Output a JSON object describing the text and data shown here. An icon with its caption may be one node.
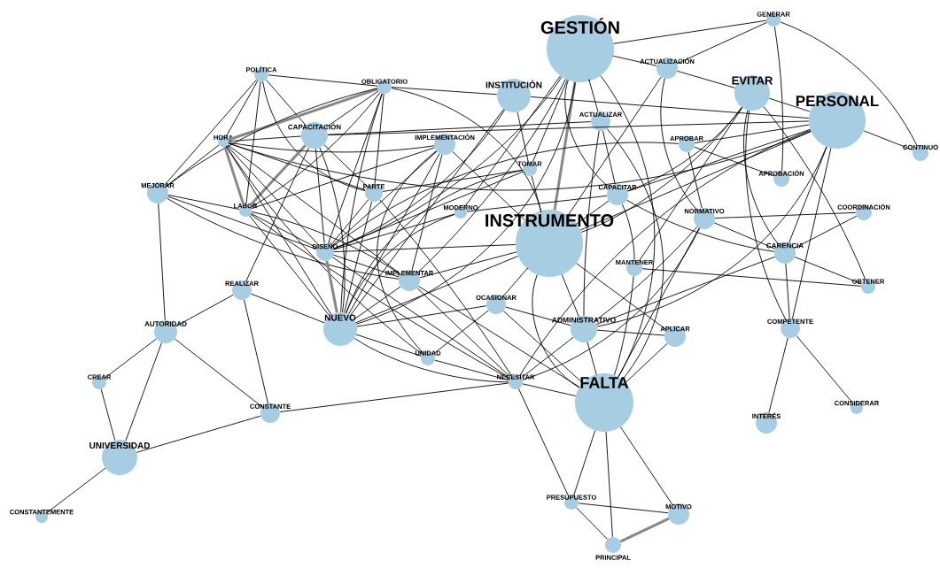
{
  "diagram": {
    "nodes": [
      {
        "text": [
          "GESTIÓN"
        ]
      },
      {
        "text": [
          "GENERAR"
        ]
      },
      {
        "text": [
          "ACTUALIZACIÓN"
        ]
      },
      {
        "text": [
          "EVITAR"
        ]
      },
      {
        "text": [
          "PERSONAL"
        ]
      },
      {
        "text": [
          "INSTITUCIÓN"
        ]
      },
      {
        "text": [
          "POLÍTICA"
        ]
      },
      {
        "text": [
          "OBLIGATORIO"
        ]
      },
      {
        "text": [
          "ACTUALIZAR"
        ]
      },
      {
        "text": [
          "CAPACITACIÓN"
        ]
      },
      {
        "text": [
          "IMPLEMENTACIÓN"
        ]
      },
      {
        "text": [
          "HORA"
        ]
      },
      {
        "text": [
          "APROBAR"
        ]
      },
      {
        "text": [
          "CONTINUO"
        ]
      },
      {
        "text": [
          "TOMAR"
        ]
      },
      {
        "text": [
          "APROBACIÓN"
        ]
      },
      {
        "text": [
          "MEJORAR"
        ]
      },
      {
        "text": [
          "PARTE"
        ]
      },
      {
        "text": [
          "CAPACITAR"
        ]
      },
      {
        "text": [
          "LABOR"
        ]
      },
      {
        "text": [
          "MODERNO"
        ]
      },
      {
        "text": [
          "COORDINACIÓN"
        ]
      },
      {
        "text": [
          "INSTRUMENTO"
        ]
      },
      {
        "text": [
          "NORMATIVO"
        ]
      },
      {
        "text": [
          "DISEÑO"
        ]
      },
      {
        "text": [
          "CARENCIA"
        ]
      },
      {
        "text": [
          "MANTENER"
        ]
      },
      {
        "text": [
          "IMPLEMENTAR"
        ]
      },
      {
        "text": [
          "OBTENER"
        ]
      },
      {
        "text": [
          "REALIZAR"
        ]
      },
      {
        "text": [
          "OCASIONAR"
        ]
      },
      {
        "text": [
          "NUEVO"
        ]
      },
      {
        "text": [
          "ADMINISTRATIVO"
        ]
      },
      {
        "text": [
          "APLICAR"
        ]
      },
      {
        "text": [
          "COMPETENTE"
        ]
      },
      {
        "text": [
          "AUTORIDAD"
        ]
      },
      {
        "text": [
          "UNIDAD"
        ]
      },
      {
        "text": [
          "CREAR"
        ]
      },
      {
        "text": [
          "NECESITAR"
        ]
      },
      {
        "text": [
          "FALTA"
        ]
      },
      {
        "text": [
          "CONSTANTE"
        ]
      },
      {
        "text": [
          "INTERÉS"
        ]
      },
      {
        "text": [
          "CONSIDERAR"
        ]
      },
      {
        "text": [
          "UNIVERSIDAD"
        ]
      },
      {
        "text": [
          "PRESUPUESTO"
        ]
      },
      {
        "text": [
          "MOTIVO"
        ]
      },
      {
        "text": [
          "PRINCIPAL"
        ]
      },
      {
        "text": [
          "CONSTANTEMENTE"
        ]
      }
    ],
    "edges": [
      {
        "from": 0,
        "to": 1,
        "arrow": "none"
      },
      {
        "from": 0,
        "to": 2,
        "arrow": "none"
      },
      {
        "from": 0,
        "to": 22,
        "arrow": "none",
        "style": "thick",
        "color": "#888888"
      },
      {
        "from": 0,
        "to": 24,
        "arrow": "none"
      },
      {
        "from": 0,
        "to": 31,
        "arrow": "none"
      },
      {
        "from": 0,
        "to": 27,
        "arrow": "none"
      },
      {
        "from": 0,
        "to": 20,
        "arrow": "none"
      },
      {
        "from": 0,
        "to": 39,
        "arrow": "none"
      },
      {
        "from": 0,
        "to": 8,
        "arrow": "none"
      },
      {
        "from": 0,
        "to": 18,
        "arrow": "none"
      },
      {
        "from": 0,
        "to": 14,
        "arrow": "none"
      },
      {
        "from": 1,
        "to": 2,
        "arrow": "none"
      },
      {
        "from": 1,
        "to": 15,
        "arrow": "none"
      },
      {
        "from": 1,
        "to": 13,
        "arrow": "none"
      },
      {
        "from": 2,
        "to": 3,
        "arrow": "none"
      },
      {
        "from": 2,
        "to": 23,
        "arrow": "none"
      },
      {
        "from": 2,
        "to": 22,
        "arrow": "none"
      },
      {
        "from": 3,
        "to": 4,
        "arrow": "none"
      },
      {
        "from": 3,
        "to": 25,
        "arrow": "none"
      },
      {
        "from": 3,
        "to": 34,
        "arrow": "none"
      },
      {
        "from": 3,
        "to": 28,
        "arrow": "none"
      },
      {
        "from": 3,
        "to": 18,
        "arrow": "none"
      },
      {
        "from": 3,
        "to": 22,
        "arrow": "none"
      },
      {
        "from": 3,
        "to": 26,
        "arrow": "none"
      },
      {
        "from": 4,
        "to": 13,
        "arrow": "none"
      },
      {
        "from": 4,
        "to": 9,
        "arrow": "none"
      },
      {
        "from": 4,
        "to": 5,
        "arrow": "none"
      },
      {
        "from": 4,
        "to": 11,
        "arrow": "none"
      },
      {
        "from": 4,
        "to": 25,
        "arrow": "none"
      },
      {
        "from": 4,
        "to": 34,
        "arrow": "none"
      },
      {
        "from": 4,
        "to": 32,
        "arrow": "none"
      },
      {
        "from": 4,
        "to": 38,
        "arrow": "none"
      },
      {
        "from": 4,
        "to": 18,
        "arrow": "none"
      },
      {
        "from": 4,
        "to": 12,
        "arrow": "none"
      },
      {
        "from": 4,
        "to": 22,
        "arrow": "none"
      },
      {
        "from": 5,
        "to": 7,
        "arrow": "none"
      },
      {
        "from": 5,
        "to": 31,
        "arrow": "none"
      },
      {
        "from": 5,
        "to": 24,
        "arrow": "none"
      },
      {
        "from": 5,
        "to": 14,
        "arrow": "none"
      },
      {
        "from": 6,
        "to": 7,
        "arrow": "none"
      },
      {
        "from": 6,
        "to": 16,
        "arrow": "none"
      },
      {
        "from": 6,
        "to": 11,
        "arrow": "none"
      },
      {
        "from": 6,
        "to": 19,
        "arrow": "none"
      },
      {
        "from": 6,
        "to": 17,
        "arrow": "none"
      },
      {
        "from": 6,
        "to": 9,
        "arrow": "none"
      },
      {
        "from": 7,
        "to": 11,
        "arrow": "none",
        "style": "thick",
        "color": "#888888"
      },
      {
        "from": 7,
        "to": 19,
        "arrow": "none"
      },
      {
        "from": 7,
        "to": 16,
        "arrow": "none"
      },
      {
        "from": 7,
        "to": 9,
        "arrow": "none"
      },
      {
        "from": 7,
        "to": 17,
        "arrow": "none"
      },
      {
        "from": 7,
        "to": 24,
        "arrow": "none"
      },
      {
        "from": 7,
        "to": 31,
        "arrow": "none"
      },
      {
        "from": 7,
        "to": 22,
        "arrow": "none"
      },
      {
        "from": 8,
        "to": 18,
        "arrow": "none"
      },
      {
        "from": 8,
        "to": 32,
        "arrow": "none"
      },
      {
        "from": 8,
        "to": 39,
        "arrow": "none"
      },
      {
        "from": 8,
        "to": 9,
        "arrow": "none"
      },
      {
        "from": 9,
        "to": 17,
        "arrow": "none"
      },
      {
        "from": 9,
        "to": 31,
        "arrow": "none"
      },
      {
        "from": 9,
        "to": 24,
        "arrow": "none"
      },
      {
        "from": 9,
        "to": 11,
        "arrow": "none"
      },
      {
        "from": 9,
        "to": 19,
        "arrow": "none",
        "style": "thick",
        "color": "#888888"
      },
      {
        "from": 10,
        "to": 11,
        "arrow": "none"
      },
      {
        "from": 10,
        "to": 19,
        "arrow": "none"
      },
      {
        "from": 10,
        "to": 24,
        "arrow": "none"
      },
      {
        "from": 10,
        "to": 27,
        "arrow": "none"
      },
      {
        "from": 10,
        "to": 22,
        "arrow": "none"
      },
      {
        "from": 10,
        "to": 31,
        "arrow": "none"
      },
      {
        "from": 10,
        "to": 36,
        "arrow": "none"
      },
      {
        "from": 11,
        "to": 19,
        "arrow": "none",
        "style": "thick",
        "color": "#888888"
      },
      {
        "from": 11,
        "to": 17,
        "arrow": "none"
      },
      {
        "from": 11,
        "to": 24,
        "arrow": "none"
      },
      {
        "from": 11,
        "to": 27,
        "arrow": "none"
      },
      {
        "from": 11,
        "to": 31,
        "arrow": "none"
      },
      {
        "from": 11,
        "to": 36,
        "arrow": "none"
      },
      {
        "from": 11,
        "to": 16,
        "arrow": "none"
      },
      {
        "from": 12,
        "to": 15,
        "arrow": "none"
      },
      {
        "from": 12,
        "to": 23,
        "arrow": "none"
      },
      {
        "from": 12,
        "to": 24,
        "arrow": "none"
      },
      {
        "from": 14,
        "to": 24,
        "arrow": "none"
      },
      {
        "from": 14,
        "to": 17,
        "arrow": "none"
      },
      {
        "from": 14,
        "to": 22,
        "arrow": "none"
      },
      {
        "from": 14,
        "to": 31,
        "arrow": "none"
      },
      {
        "from": 16,
        "to": 35,
        "arrow": "none"
      },
      {
        "from": 16,
        "to": 24,
        "arrow": "none"
      },
      {
        "from": 16,
        "to": 27,
        "arrow": "none"
      },
      {
        "from": 16,
        "to": 19,
        "arrow": "none"
      },
      {
        "from": 17,
        "to": 31,
        "arrow": "none"
      },
      {
        "from": 17,
        "to": 24,
        "arrow": "none"
      },
      {
        "from": 17,
        "to": 38,
        "arrow": "none"
      },
      {
        "from": 18,
        "to": 22,
        "arrow": "none"
      },
      {
        "from": 18,
        "to": 25,
        "arrow": "none"
      },
      {
        "from": 18,
        "to": 26,
        "arrow": "none"
      },
      {
        "from": 18,
        "to": 20,
        "arrow": "none"
      },
      {
        "from": 19,
        "to": 24,
        "arrow": "none"
      },
      {
        "from": 19,
        "to": 27,
        "arrow": "none"
      },
      {
        "from": 19,
        "to": 31,
        "arrow": "none"
      },
      {
        "from": 19,
        "to": 38,
        "arrow": "none"
      },
      {
        "from": 29,
        "to": 9,
        "arrow": "none"
      },
      {
        "from": 20,
        "to": 24,
        "arrow": "none"
      },
      {
        "from": 20,
        "to": 31,
        "arrow": "none"
      },
      {
        "from": 21,
        "to": 23,
        "arrow": "none"
      },
      {
        "from": 21,
        "to": 25,
        "arrow": "none"
      },
      {
        "from": 22,
        "to": 24,
        "arrow": "none"
      },
      {
        "from": 22,
        "to": 27,
        "arrow": "none"
      },
      {
        "from": 22,
        "to": 31,
        "arrow": "none"
      },
      {
        "from": 22,
        "to": 33,
        "arrow": "none"
      },
      {
        "from": 22,
        "to": 39,
        "arrow": "none"
      },
      {
        "from": 22,
        "to": 32,
        "arrow": "none"
      },
      {
        "from": 23,
        "to": 25,
        "arrow": "none"
      },
      {
        "from": 23,
        "to": 38,
        "arrow": "none"
      },
      {
        "from": 23,
        "to": 32,
        "arrow": "none"
      },
      {
        "from": 23,
        "to": 39,
        "arrow": "none"
      },
      {
        "from": 24,
        "to": 31,
        "arrow": "none",
        "style": "thick",
        "color": "#888888"
      },
      {
        "from": 24,
        "to": 27,
        "arrow": "none"
      },
      {
        "from": 24,
        "to": 38,
        "arrow": "none"
      },
      {
        "from": 25,
        "to": 28,
        "arrow": "none"
      },
      {
        "from": 25,
        "to": 34,
        "arrow": "none"
      },
      {
        "from": 25,
        "to": 32,
        "arrow": "none"
      },
      {
        "from": 26,
        "to": 28,
        "arrow": "none"
      },
      {
        "from": 26,
        "to": 39,
        "arrow": "none"
      },
      {
        "from": 27,
        "to": 38,
        "arrow": "none"
      },
      {
        "from": 27,
        "to": 31,
        "arrow": "none"
      },
      {
        "from": 27,
        "to": 39,
        "arrow": "none"
      },
      {
        "from": 29,
        "to": 35,
        "arrow": "none"
      },
      {
        "from": 29,
        "to": 40,
        "arrow": "none"
      },
      {
        "from": 29,
        "to": 31,
        "arrow": "none"
      },
      {
        "from": 30,
        "to": 31,
        "arrow": "none"
      },
      {
        "from": 30,
        "to": 36,
        "arrow": "none"
      },
      {
        "from": 30,
        "to": 39,
        "arrow": "none"
      },
      {
        "from": 30,
        "to": 32,
        "arrow": "none"
      },
      {
        "from": 30,
        "to": 22,
        "arrow": "none"
      },
      {
        "from": 31,
        "to": 36,
        "arrow": "none"
      },
      {
        "from": 31,
        "to": 38,
        "arrow": "none"
      },
      {
        "from": 32,
        "to": 39,
        "arrow": "none"
      },
      {
        "from": 32,
        "to": 33,
        "arrow": "none"
      },
      {
        "from": 32,
        "to": 38,
        "arrow": "none"
      },
      {
        "from": 33,
        "to": 39,
        "arrow": "none"
      },
      {
        "from": 34,
        "to": 41,
        "arrow": "none"
      },
      {
        "from": 34,
        "to": 42,
        "arrow": "none"
      },
      {
        "from": 35,
        "to": 37,
        "arrow": "none"
      },
      {
        "from": 35,
        "to": 43,
        "arrow": "none"
      },
      {
        "from": 35,
        "to": 40,
        "arrow": "none"
      },
      {
        "from": 37,
        "to": 43,
        "arrow": "none"
      },
      {
        "from": 38,
        "to": 39,
        "arrow": "none"
      },
      {
        "from": 38,
        "to": 44,
        "arrow": "none"
      },
      {
        "from": 38,
        "to": 40,
        "arrow": "none"
      },
      {
        "from": 38,
        "to": 36,
        "arrow": "none"
      },
      {
        "from": 39,
        "to": 44,
        "arrow": "none"
      },
      {
        "from": 39,
        "to": 46,
        "arrow": "none"
      },
      {
        "from": 39,
        "to": 45,
        "arrow": "none"
      },
      {
        "from": 40,
        "to": 43,
        "arrow": "none"
      },
      {
        "from": 43,
        "to": 47,
        "arrow": "none"
      },
      {
        "from": 44,
        "to": 45,
        "arrow": "none"
      },
      {
        "from": 44,
        "to": 46,
        "arrow": "none"
      },
      {
        "from": 45,
        "to": 46,
        "arrow": "none",
        "style": "thick",
        "color": "#888888"
      }
    ]
  }
}
